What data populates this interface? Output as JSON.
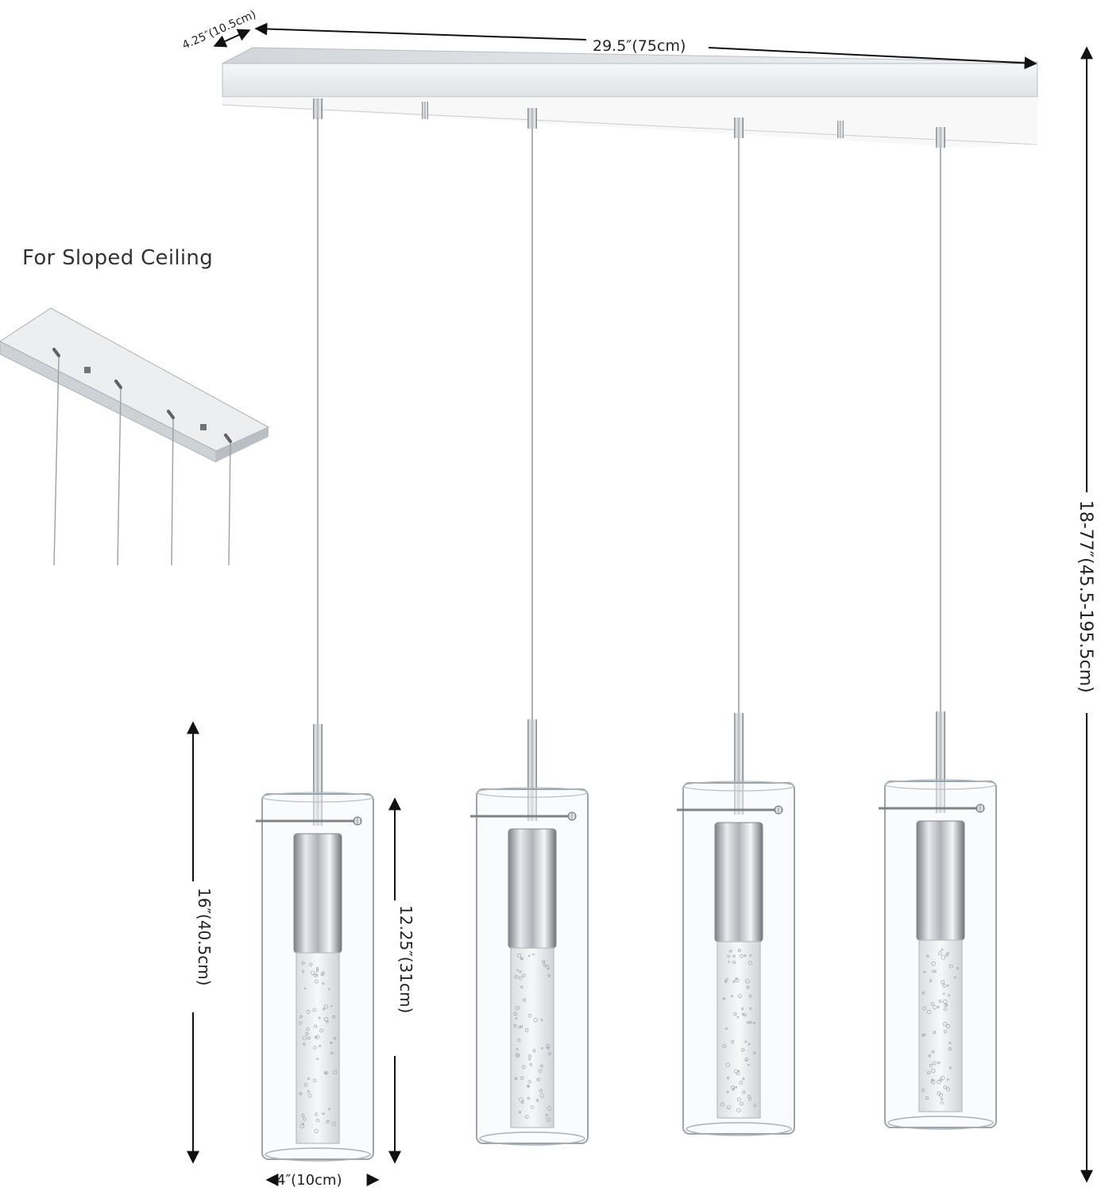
{
  "caption": "For Sloped Ceiling",
  "dimensions": {
    "canopy_depth": "4.25″(10.5cm)",
    "canopy_length": "29.5″(75cm)",
    "overall_height": "18-77″(45.5-195.5cm)",
    "pendant_height": "16″(40.5cm)",
    "shade_height": "12.25″(31cm)",
    "shade_width": "4″(10cm)"
  },
  "pendant_count": 4,
  "colors": {
    "chrome": "#c8ccd0",
    "chrome_dark": "#8a9096",
    "glass_edge": "#9aa4aa",
    "line": "#111111"
  }
}
